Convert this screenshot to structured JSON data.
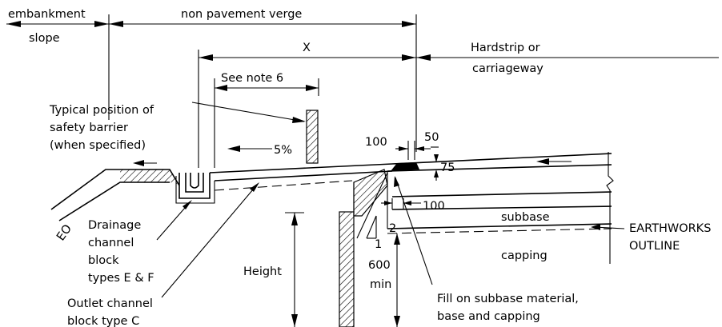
{
  "labels": {
    "embankment": "embankment",
    "slope": "slope",
    "non_pavement_verge": "non pavement verge",
    "x": "X",
    "hardstrip_1": "Hardstrip or",
    "hardstrip_2": "carriageway",
    "see_note": "See note 6",
    "typical_1": "Typical position of",
    "typical_2": "safety barrier",
    "typical_3": "(when specified)",
    "five_pct": "5%",
    "dim_100_top": "100",
    "dim_50": "50",
    "dim_75": "75",
    "dim_100_side": "100",
    "eo": "EO",
    "drainage_1": "Drainage",
    "drainage_2": "channel",
    "drainage_3": "block",
    "drainage_4": "types E & F",
    "subbase": "subbase",
    "capping": "capping",
    "earthworks_1": "EARTHWORKS",
    "earthworks_2": "OUTLINE",
    "height": "Height",
    "ratio_2": "2",
    "ratio_1": "1",
    "dim_600": "600",
    "dim_min": "min",
    "outlet_1": "Outlet channel",
    "outlet_2": "block type C",
    "fill_1": "Fill on subbase material,",
    "fill_2": "base and capping"
  }
}
